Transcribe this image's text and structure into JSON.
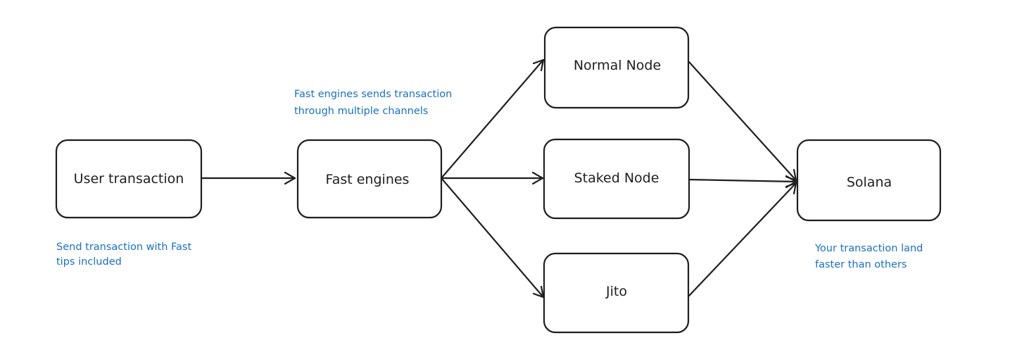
{
  "nodes": {
    "user_transaction": "User transaction",
    "fast_engines": "Fast engines",
    "normal_node": "Normal Node",
    "staked_node": "Staked Node",
    "jito": "Jito",
    "solana": "Solana"
  },
  "notes": {
    "user_line1": "Send transaction with Fast",
    "user_line2": "tips included",
    "engines_line1": "Fast engines sends transaction",
    "engines_line2": "through multiple channels",
    "solana_line1": "Your transaction land",
    "solana_line2": "faster than others"
  },
  "colors": {
    "stroke": "#1e1e1e",
    "note_text": "#1971c2"
  }
}
